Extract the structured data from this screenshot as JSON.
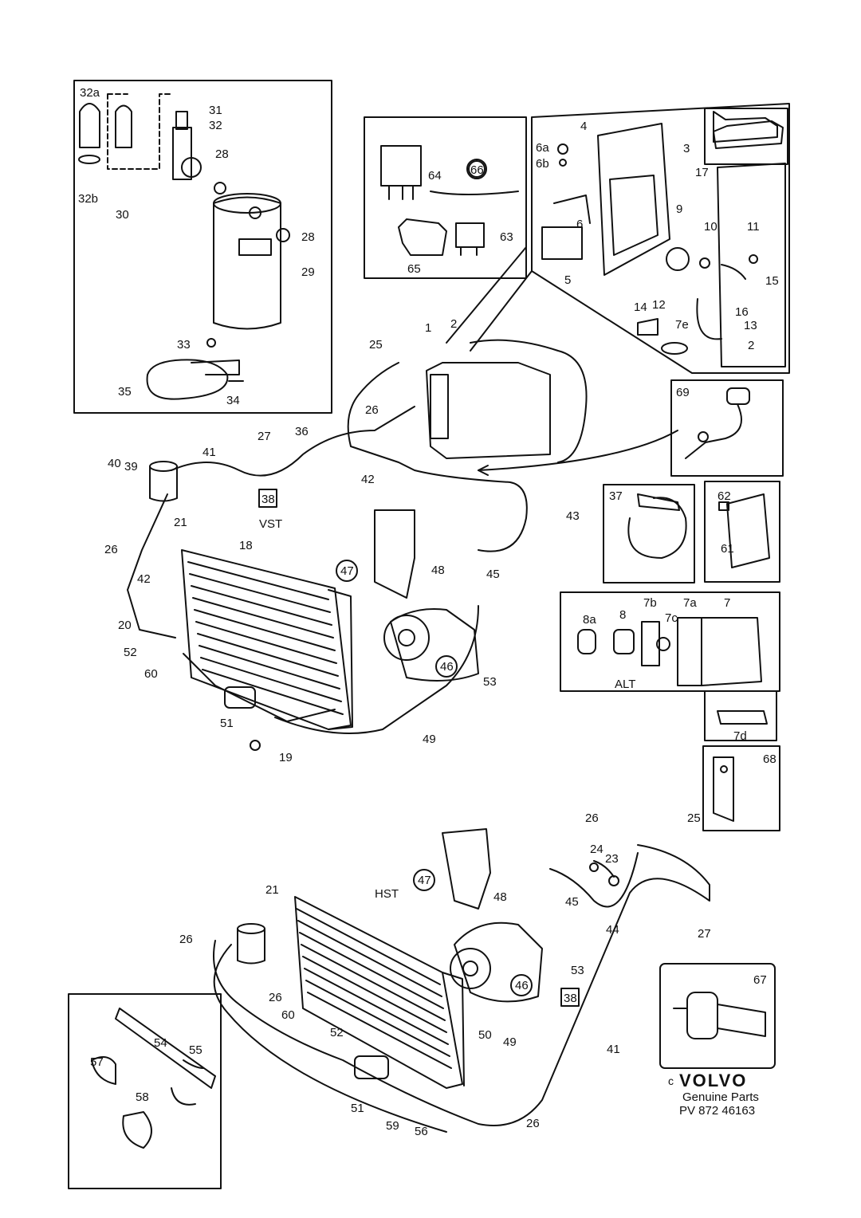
{
  "brand": {
    "logo_text": "VOLVO",
    "line1": "Genuine Parts",
    "line2": "PV 872 46163",
    "copyright": "c"
  },
  "variants": {
    "vst": "VST",
    "hst": "HST",
    "alt": "ALT"
  },
  "boxed_refs": {
    "vst_38": "38",
    "hst_38": "38"
  },
  "labels": {
    "p1": "1",
    "p2": "2",
    "p2b": "2",
    "p3": "3",
    "p4": "4",
    "p5": "5",
    "p6": "6",
    "p6a": "6a",
    "p6b": "6b",
    "p7": "7",
    "p7a": "7a",
    "p7b": "7b",
    "p7c": "7c",
    "p7d": "7d",
    "p7e": "7e",
    "p8": "8",
    "p8a": "8a",
    "p9": "9",
    "p10": "10",
    "p11": "11",
    "p12": "12",
    "p13": "13",
    "p14": "14",
    "p15": "15",
    "p16": "16",
    "p17": "17",
    "p18": "18",
    "p19": "19",
    "p20": "20",
    "p21": "21",
    "p21b": "21",
    "p23": "23",
    "p24": "24",
    "p25": "25",
    "p25b": "25",
    "p26a": "26",
    "p26b": "26",
    "p26c": "26",
    "p26d": "26",
    "p26e": "26",
    "p26f": "26",
    "p27": "27",
    "p27b": "27",
    "p28": "28",
    "p28b": "28",
    "p29": "29",
    "p30": "30",
    "p31": "31",
    "p32": "32",
    "p32a": "32a",
    "p32b": "32b",
    "p33": "33",
    "p34": "34",
    "p35": "35",
    "p36": "36",
    "p37": "37",
    "p39": "39",
    "p40": "40",
    "p41": "41",
    "p41b": "41",
    "p42": "42",
    "p42b": "42",
    "p43": "43",
    "p44": "44",
    "p45": "45",
    "p45b": "45",
    "p46": "46",
    "p46b": "46",
    "p47": "47",
    "p47b": "47",
    "p48": "48",
    "p48b": "48",
    "p49": "49",
    "p49b": "49",
    "p50": "50",
    "p51": "51",
    "p51b": "51",
    "p52": "52",
    "p52b": "52",
    "p53": "53",
    "p53b": "53",
    "p54": "54",
    "p55": "55",
    "p56": "56",
    "p57": "57",
    "p58": "58",
    "p59": "59",
    "p60": "60",
    "p60b": "60",
    "p61": "61",
    "p62": "62",
    "p63": "63",
    "p64": "64",
    "p65": "65",
    "p66": "66",
    "p67": "67",
    "p68": "68",
    "p69": "69"
  }
}
